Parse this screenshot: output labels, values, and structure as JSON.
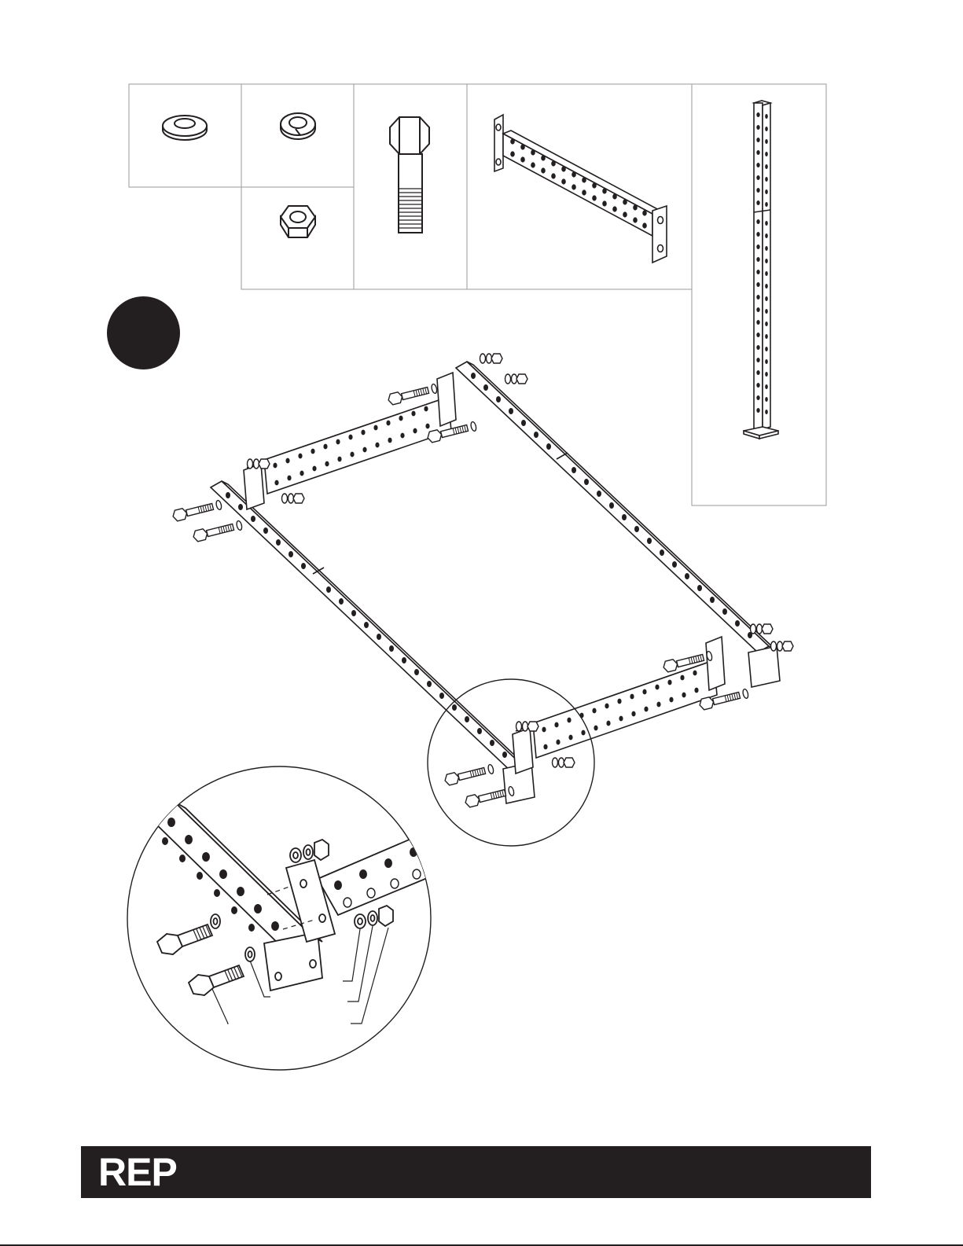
{
  "document": {
    "type": "assembly-instruction-page",
    "step_marker": "",
    "brand": {
      "logo_icon": "rep-logo",
      "logo_text": "REP",
      "footer_color": "#231f20"
    },
    "hardware_panel": [
      {
        "part": "flat-washer-icon"
      },
      {
        "part": "lock-washer-icon"
      },
      {
        "part": "hex-bolt-icon"
      },
      {
        "part": "crossmember-icon"
      },
      {
        "part": "upright-icon"
      },
      {
        "part": "hex-nut-icon"
      }
    ],
    "colors": {
      "ink": "#231f20",
      "panel_border": "#9a9a9a",
      "paper": "#ffffff"
    }
  }
}
